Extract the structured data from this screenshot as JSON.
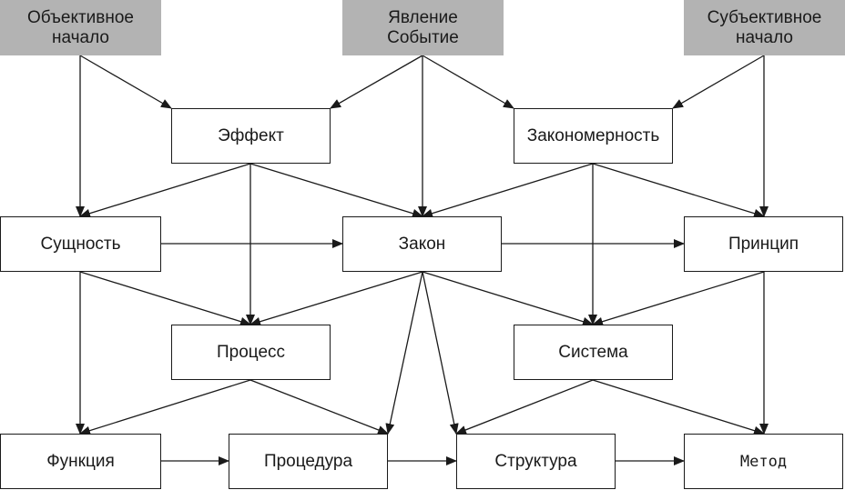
{
  "nodes": {
    "objective": "Объективное\nначало",
    "phenomenon": "Явление\nСобытие",
    "subjective": "Субъективное\nначало",
    "effect": "Эффект",
    "regularity": "Закономерность",
    "essence": "Сущность",
    "law": "Закон",
    "principle": "Принцип",
    "process": "Процесс",
    "system": "Система",
    "function": "Функция",
    "procedure": "Процедура",
    "structure": "Структура",
    "method": "Метод"
  },
  "colors": {
    "source_fill": "#b3b3b3",
    "box_fill": "#ffffff",
    "line": "#1a1a1a"
  },
  "edges": [
    [
      "objective",
      "effect"
    ],
    [
      "objective",
      "essence"
    ],
    [
      "phenomenon",
      "effect"
    ],
    [
      "phenomenon",
      "law"
    ],
    [
      "phenomenon",
      "regularity"
    ],
    [
      "subjective",
      "regularity"
    ],
    [
      "subjective",
      "principle"
    ],
    [
      "effect",
      "essence"
    ],
    [
      "effect",
      "process"
    ],
    [
      "effect",
      "law"
    ],
    [
      "regularity",
      "law"
    ],
    [
      "regularity",
      "system"
    ],
    [
      "regularity",
      "principle"
    ],
    [
      "essence",
      "law"
    ],
    [
      "law",
      "principle"
    ],
    [
      "essence",
      "process"
    ],
    [
      "essence",
      "function"
    ],
    [
      "law",
      "process"
    ],
    [
      "law",
      "system"
    ],
    [
      "law",
      "procedure"
    ],
    [
      "law",
      "structure"
    ],
    [
      "principle",
      "system"
    ],
    [
      "principle",
      "method"
    ],
    [
      "process",
      "function"
    ],
    [
      "process",
      "procedure"
    ],
    [
      "system",
      "structure"
    ],
    [
      "system",
      "method"
    ],
    [
      "function",
      "procedure"
    ],
    [
      "procedure",
      "structure"
    ],
    [
      "structure",
      "method"
    ]
  ]
}
